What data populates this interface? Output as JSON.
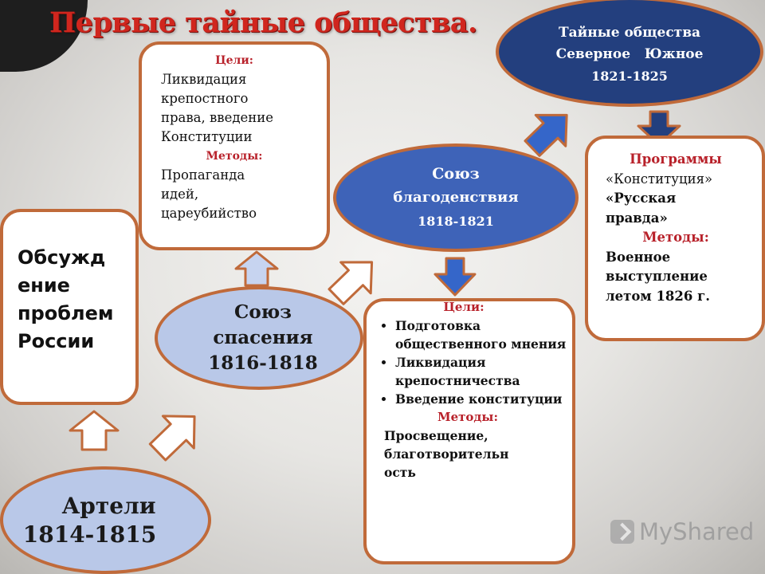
{
  "title": "Первые тайные общества.",
  "colors": {
    "title_red": "#d0261e",
    "border_orange": "#c06a3a",
    "oval_light": "#b9c8e8",
    "oval_mid": "#3e63b8",
    "oval_dark": "#233f7e",
    "label_red": "#b8212a",
    "arrow_blue": "#3566c9",
    "arrow_light": "#c7d4f0"
  },
  "artels": {
    "name": "Артели",
    "years": "1814-1815"
  },
  "discussion": {
    "text": "Обсуждение проблем России",
    "lines": [
      "Обсужд",
      "ение",
      "проблем",
      "России"
    ]
  },
  "salvation_union": {
    "lines": [
      "Союз",
      "спасения",
      "1816-1818"
    ]
  },
  "salvation_goals": {
    "goals_label": "Цели:",
    "goals_lines": [
      "Ликвидация",
      "крепостного",
      "права, введение",
      "Конституции"
    ],
    "methods_label": "Методы:",
    "methods_lines": [
      "Пропаганда",
      "идей,",
      "цареубийство"
    ]
  },
  "welfare_union": {
    "lines": [
      "Союз",
      "благоденствия",
      "1818-1821"
    ]
  },
  "welfare_goals": {
    "goals_label": "Цели:",
    "goals": [
      "Подготовка общественного мнения",
      "Ликвидация крепостничества",
      "Введение конституции"
    ],
    "methods_label": "Методы:",
    "methods_lines": [
      "Просвещение,",
      "благотворительн",
      "ость"
    ]
  },
  "secret_societies": {
    "lines": [
      "Тайные общества",
      "Северное   Южное",
      "1821-1825"
    ]
  },
  "programs": {
    "programs_label": "Программы",
    "programs_lines": [
      "«Конституция»",
      "«Русская",
      "правда»"
    ],
    "methods_label": "Методы:",
    "methods_lines": [
      "Военное",
      "выступление",
      "летом 1826 г."
    ]
  },
  "watermark": {
    "text": "MyShared"
  }
}
